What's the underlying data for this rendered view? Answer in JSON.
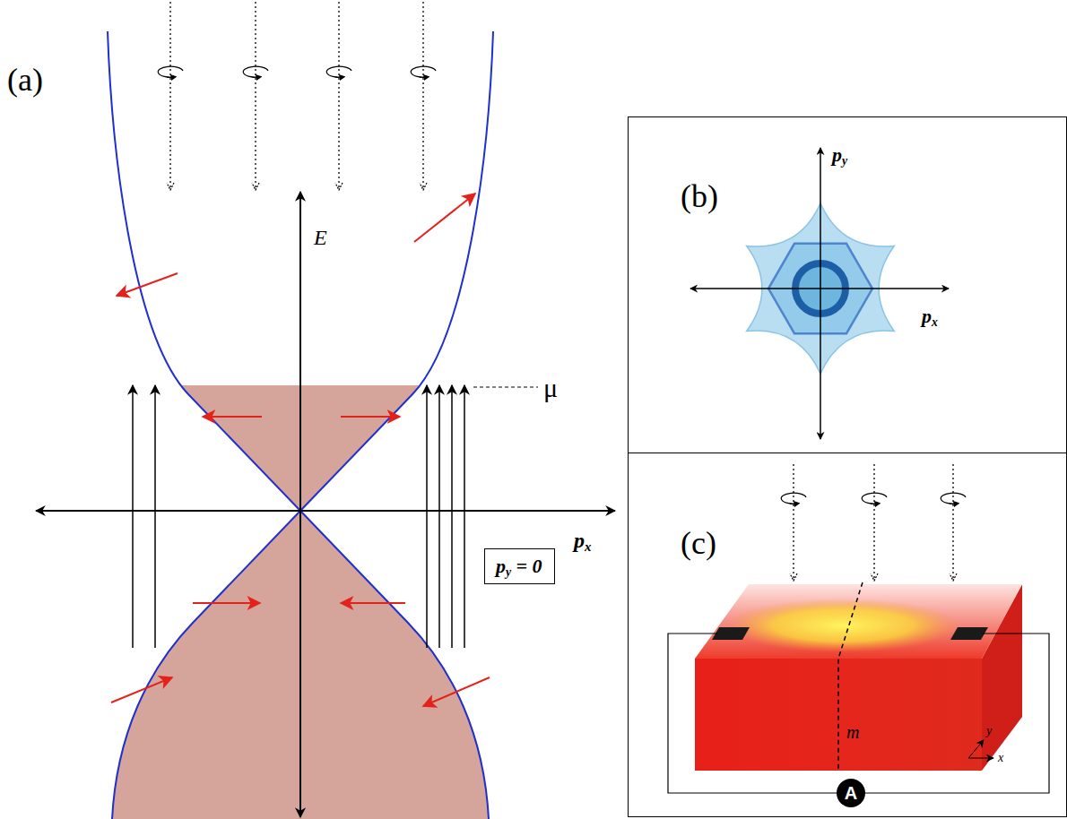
{
  "diagram": {
    "nodes": [
      {
        "text": [
          "py = 0"
        ]
      },
      {
        "text": [
          "(b)"
        ]
      },
      {
        "text": [
          "(c)"
        ]
      },
      {
        "text": [
          "A"
        ],
        "in": 2
      }
    ],
    "labels": [
      "(a)",
      "E",
      "μ",
      "px",
      "py",
      "px",
      "y",
      "x",
      "m"
    ]
  }
}
